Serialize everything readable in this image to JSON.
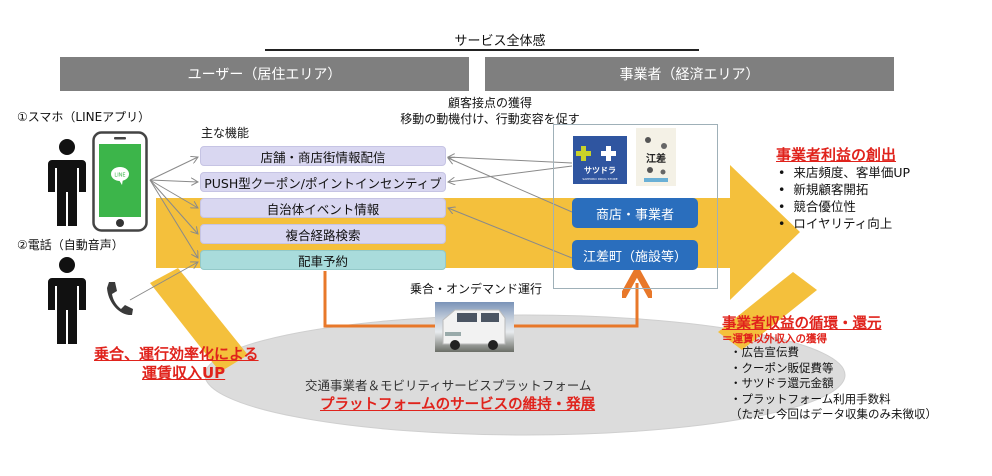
{
  "title": "サービス全体感",
  "areas": {
    "user": "ユーザー（居住エリア）",
    "business": "事業者（経済エリア）"
  },
  "channels": [
    {
      "label": "①スマホ（LINEアプリ）",
      "device_icon": "smartphone-line-icon",
      "app_badge": "LINE"
    },
    {
      "label": "②電話（自動音声）",
      "device_icon": "phone-handset-icon"
    }
  ],
  "features": {
    "heading": "主な機能",
    "items": [
      {
        "label": "店舗・商店街情報配信"
      },
      {
        "label": "PUSH型クーポン/ポイントインセンティブ"
      },
      {
        "label": "自治体イベント情報"
      },
      {
        "label": "複合経路検索"
      },
      {
        "label": "配車予約"
      }
    ]
  },
  "customer_touchpoint": {
    "line1": "顧客接点の獲得",
    "line2": "移動の動機付け、行動変容を促す"
  },
  "business": {
    "logo_text": "サツドラ",
    "logo_sub": "SAPPORO DRUG STORE",
    "poster_label": "江差",
    "items": [
      "商店・事業者",
      "江差町（施設等）"
    ]
  },
  "ondemand": {
    "label": "乗合・オンデマンド運行"
  },
  "profit": {
    "title": "事業者利益の創出",
    "bullets": [
      "来店頻度、客単価UP",
      "新規顧客開拓",
      "競合優位性",
      "ロイヤリティ向上"
    ]
  },
  "revenue": {
    "title": "事業者収益の循環・還元",
    "subtitle": "＝運賃以外収入の獲得",
    "items": [
      "・広告宣伝費",
      "・クーポン販促費等",
      "・サツドラ還元金額",
      "・プラットフォーム利用手数料",
      "（ただし今回はデータ収集のみ未徴収）"
    ]
  },
  "fare": {
    "line1": "乗合、運行効率化による",
    "line2": "運賃収入UP"
  },
  "platform": {
    "line1": "交通事業者＆モビリティサービスプラットフォーム",
    "line2": "プラットフォームのサービスの維持・発展"
  },
  "colors": {
    "arrow_yellow": "#f4c03c",
    "header_gray": "#7f7f7f",
    "feature_lavender": "#d9d7f1",
    "feature_teal": "#a9dcdc",
    "business_blue": "#2a6ebd",
    "accent_red": "#e0231c",
    "route_orange": "#e8782a",
    "platform_gray": "#dcdcdc",
    "line_green": "#3cb54a"
  }
}
